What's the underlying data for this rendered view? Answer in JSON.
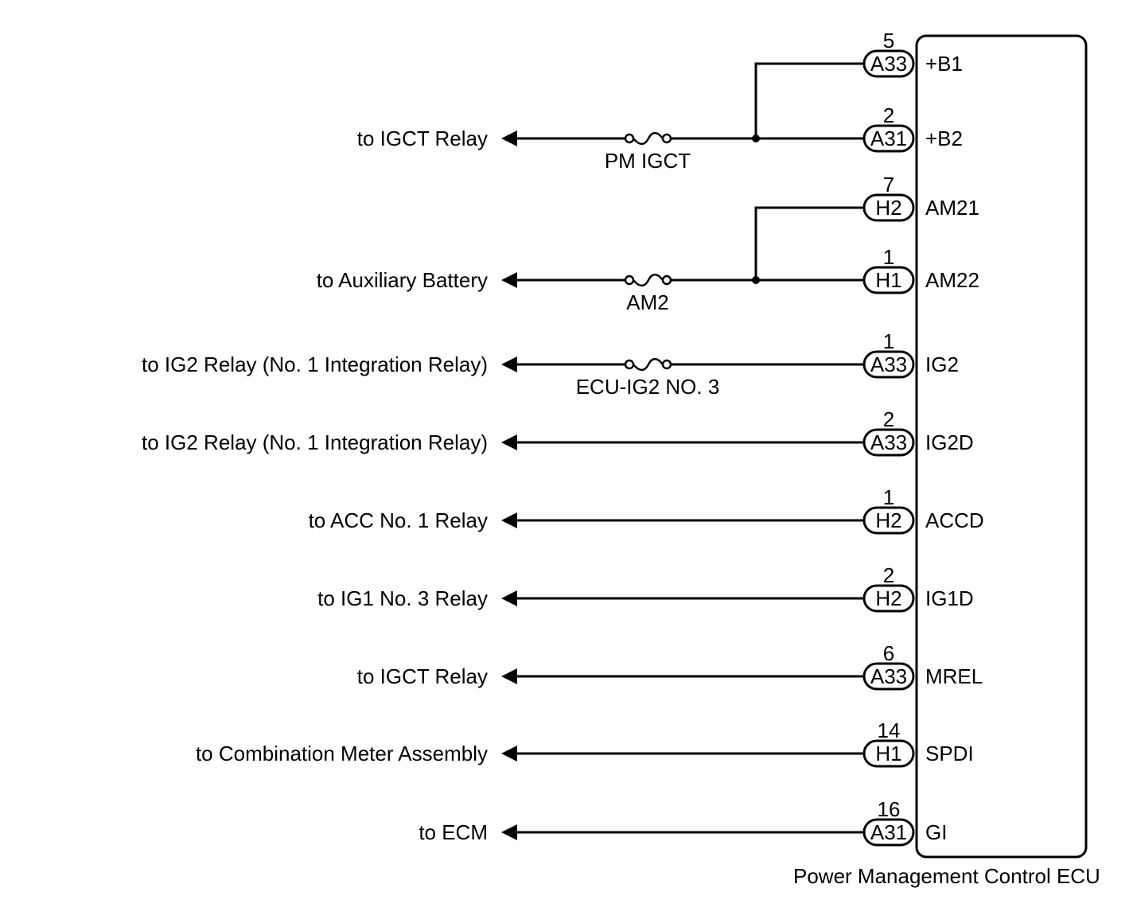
{
  "ecu": {
    "name": "Power Management Control ECU"
  },
  "rows": [
    {
      "pin": "5",
      "connector": "A33",
      "terminal": "+B1",
      "destination": "",
      "fuse": "",
      "joined": "b-pair-top"
    },
    {
      "pin": "2",
      "connector": "A31",
      "terminal": "+B2",
      "destination": "to IGCT Relay",
      "fuse": "PM IGCT"
    },
    {
      "pin": "7",
      "connector": "H2",
      "terminal": "AM21",
      "destination": "",
      "fuse": "",
      "joined": "am-pair-top"
    },
    {
      "pin": "1",
      "connector": "H1",
      "terminal": "AM22",
      "destination": "to Auxiliary Battery",
      "fuse": "AM2"
    },
    {
      "pin": "1",
      "connector": "A33",
      "terminal": "IG2",
      "destination": "to IG2 Relay (No. 1 Integration Relay)",
      "fuse": "ECU-IG2 NO. 3"
    },
    {
      "pin": "2",
      "connector": "A33",
      "terminal": "IG2D",
      "destination": "to IG2 Relay (No. 1 Integration Relay)",
      "fuse": ""
    },
    {
      "pin": "1",
      "connector": "H2",
      "terminal": "ACCD",
      "destination": "to ACC No. 1 Relay",
      "fuse": ""
    },
    {
      "pin": "2",
      "connector": "H2",
      "terminal": "IG1D",
      "destination": "to IG1 No. 3 Relay",
      "fuse": ""
    },
    {
      "pin": "6",
      "connector": "A33",
      "terminal": "MREL",
      "destination": "to IGCT Relay",
      "fuse": ""
    },
    {
      "pin": "14",
      "connector": "H1",
      "terminal": "SPDI",
      "destination": "to Combination Meter Assembly",
      "fuse": ""
    },
    {
      "pin": "16",
      "connector": "A31",
      "terminal": "GI",
      "destination": "to ECM",
      "fuse": ""
    }
  ],
  "colors": {
    "line": "#000000",
    "background": "#ffffff"
  }
}
